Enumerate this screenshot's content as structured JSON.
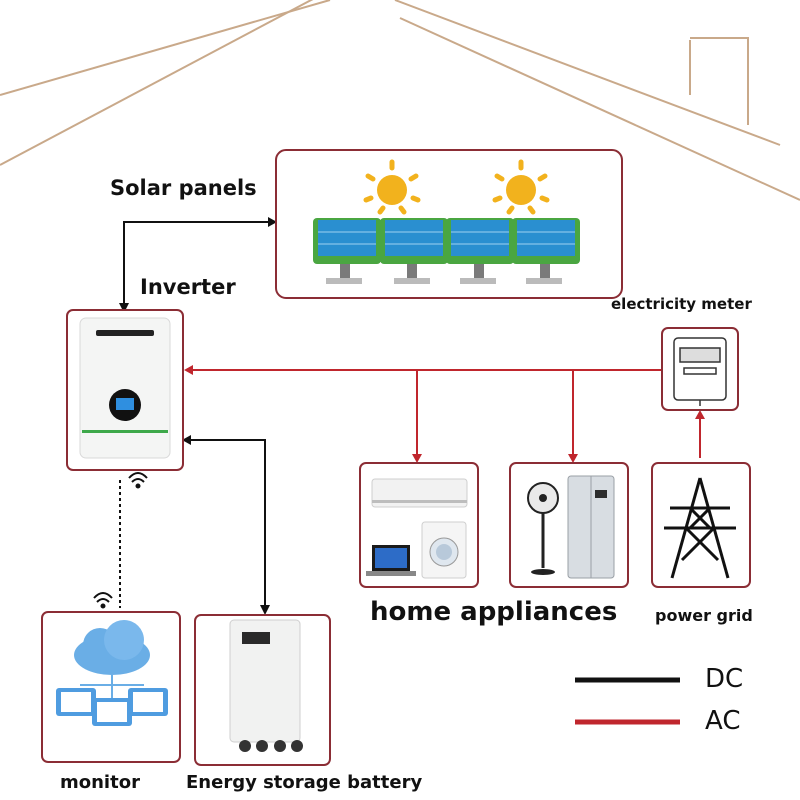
{
  "labels": {
    "solar_panels": "Solar panels",
    "inverter": "Inverter",
    "electricity_meter": "electricity meter",
    "home_appliances": "home appliances",
    "power_grid": "power grid",
    "monitor": "monitor",
    "battery": "Energy storage battery"
  },
  "legend": {
    "dc": "DC",
    "ac": "AC"
  },
  "colors": {
    "dc_line": "#111111",
    "ac_line": "#c0262d",
    "box_border": "#8b2d35",
    "house_outline": "#c9a98a"
  }
}
